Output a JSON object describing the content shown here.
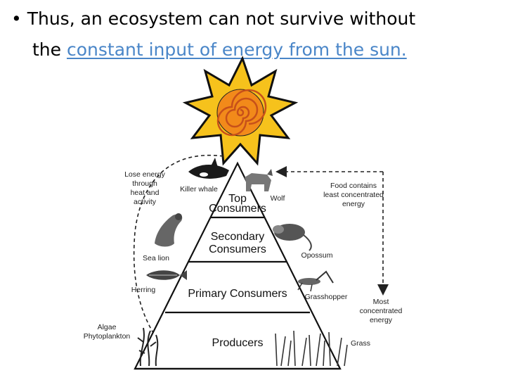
{
  "slide": {
    "bullet_symbol": "•",
    "line1": "Thus, an ecosystem can not survive without",
    "line2_prefix": "the ",
    "line2_highlight": "constant input of energy from the sun."
  },
  "diagram": {
    "tiers": {
      "top_1": "Top",
      "top_2": "Consumers",
      "secondary_1": "Secondary",
      "secondary_2": "Consumers",
      "primary": "Primary Consumers",
      "producers": "Producers"
    },
    "left_note": [
      "Lose energy",
      "through",
      "heat and",
      "activity"
    ],
    "right_note_top": [
      "Food contains",
      "least concentrated",
      "energy"
    ],
    "right_note_bottom": [
      "Most",
      "concentrated",
      "energy"
    ],
    "organisms": {
      "killer_whale": "Killer whale",
      "wolf": "Wolf",
      "sea_lion": "Sea lion",
      "opossum": "Opossum",
      "herring": "Herring",
      "grasshopper": "Grasshopper",
      "algae_1": "Algae",
      "algae_2": "Phytoplankton",
      "grass": "Grass"
    }
  }
}
